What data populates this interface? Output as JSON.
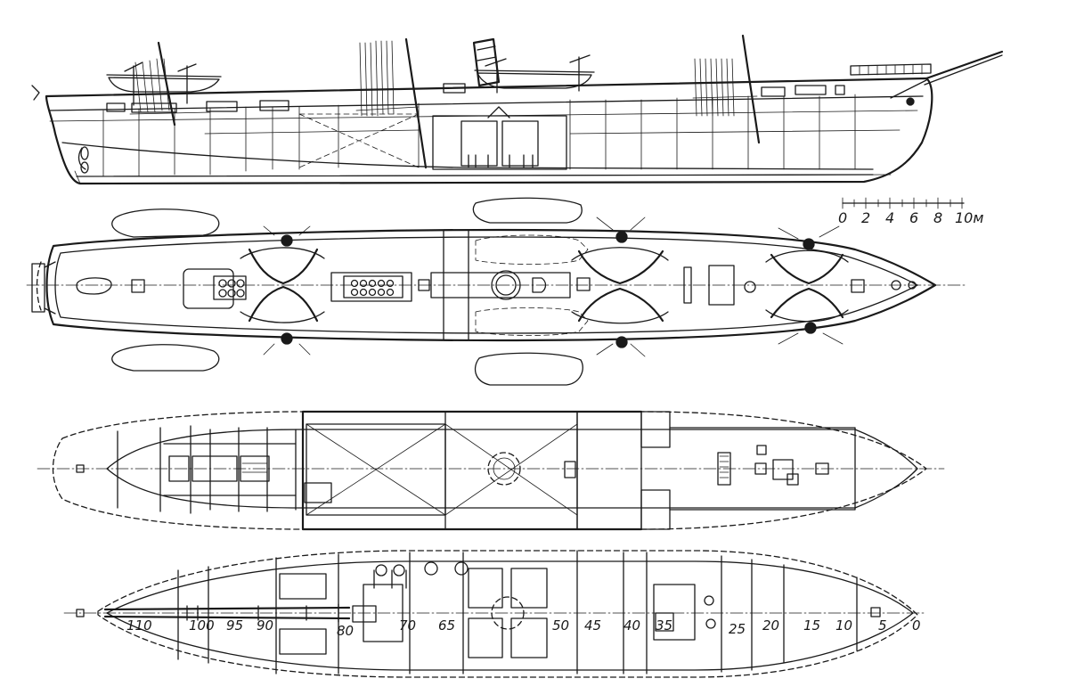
{
  "scale_bar": {
    "ticks": [
      "0",
      "2",
      "4",
      "6",
      "8",
      "10м"
    ]
  },
  "frame_numbers": [
    "110",
    "100",
    "95",
    "90",
    "80",
    "70",
    "65",
    "50",
    "45",
    "40",
    "35",
    "25",
    "20",
    "15",
    "10",
    "5",
    "0"
  ],
  "views": {
    "profile": "side-elevation",
    "upper_deck": "deck-plan",
    "lower_deck": "lower-deck-plan",
    "hold": "hold-plan"
  }
}
